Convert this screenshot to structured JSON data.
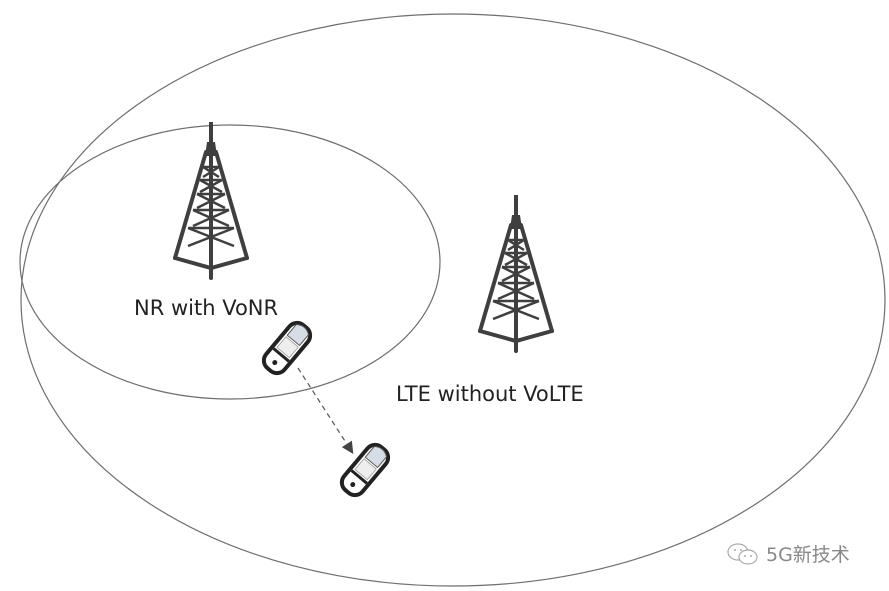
{
  "labels": {
    "nr_cell": "NR with VoNR",
    "lte_cell": "LTE without VoLTE"
  },
  "watermark": {
    "text": "5G新技术",
    "icon": "wechat-icon"
  },
  "colors": {
    "line": "#6e6e6e",
    "tower": "#3f3f3f",
    "text": "#222222"
  }
}
